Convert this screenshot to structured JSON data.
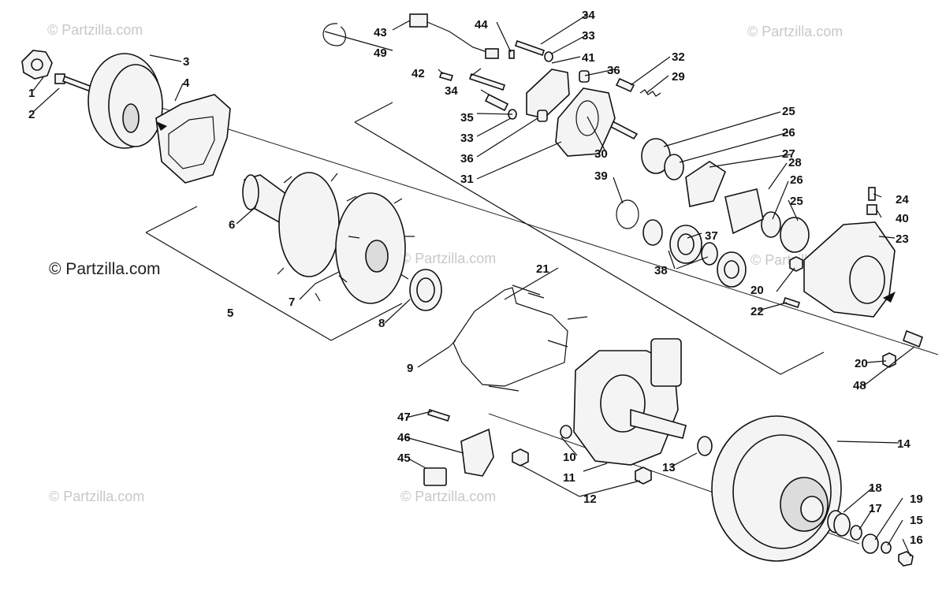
{
  "watermarks": [
    {
      "text": "© Partzilla.com"
    },
    {
      "text": "© Partzilla.com"
    },
    {
      "text": "© Partzilla.com"
    },
    {
      "text": "© Partzilla.com"
    },
    {
      "text": "© Partzilla.com"
    },
    {
      "text": "© Partzilla.com"
    },
    {
      "text": "© Partzilla.com"
    }
  ],
  "callouts": {
    "c1": "1",
    "c2": "2",
    "c3": "3",
    "c4": "4",
    "c5": "5",
    "c6": "6",
    "c7": "7",
    "c8": "8",
    "c9": "9",
    "c10": "10",
    "c11": "11",
    "c12": "12",
    "c13": "13",
    "c14": "14",
    "c15": "15",
    "c16": "16",
    "c17": "17",
    "c18": "18",
    "c19": "19",
    "c20a": "20",
    "c20b": "20",
    "c21": "21",
    "c22": "22",
    "c23": "23",
    "c24": "24",
    "c25a": "25",
    "c25b": "25",
    "c26a": "26",
    "c26b": "26",
    "c27": "27",
    "c28": "28",
    "c29": "29",
    "c30": "30",
    "c31": "31",
    "c32": "32",
    "c33a": "33",
    "c33b": "33",
    "c34a": "34",
    "c34b": "34",
    "c35": "35",
    "c36a": "36",
    "c36b": "36",
    "c37": "37",
    "c38": "38",
    "c39": "39",
    "c40": "40",
    "c41": "41",
    "c42": "42",
    "c43": "43",
    "c44": "44",
    "c45": "45",
    "c46": "46",
    "c47": "47",
    "c48": "48",
    "c49": "49"
  }
}
